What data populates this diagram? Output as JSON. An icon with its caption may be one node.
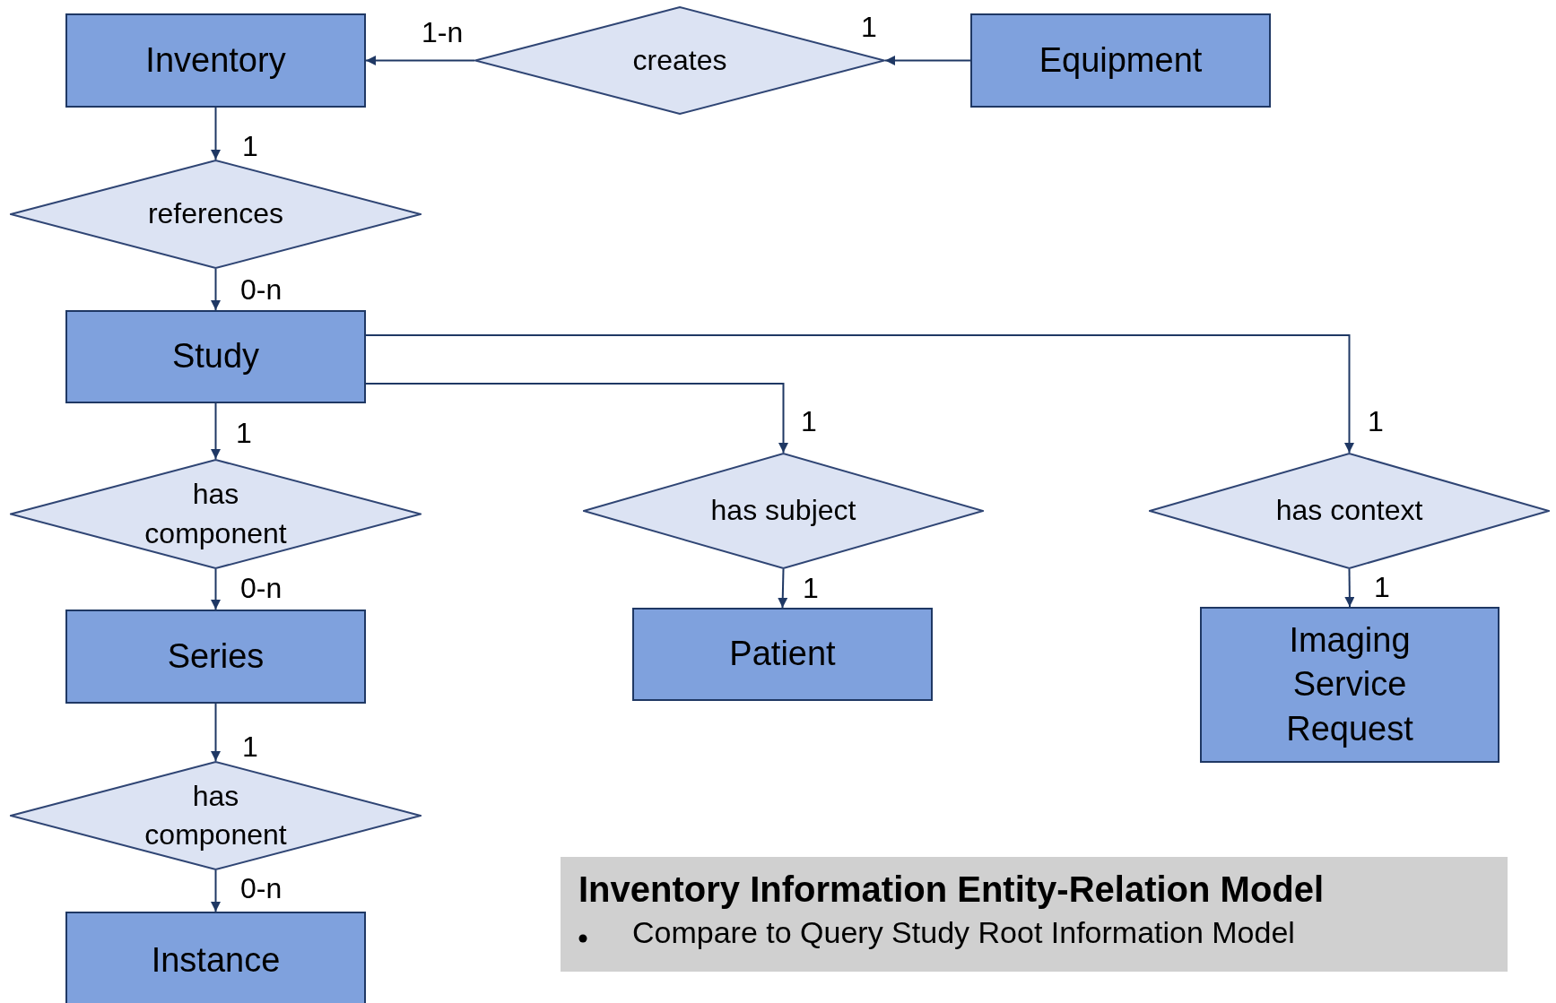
{
  "diagram": {
    "title": "Inventory Information Entity-Relation Model",
    "nodes": [
      {
        "text": [
          "Inventory"
        ]
      },
      {
        "text": [
          "creates"
        ]
      },
      {
        "text": [
          "Equipment"
        ]
      },
      {
        "text": [
          "references"
        ]
      },
      {
        "text": [
          "Study"
        ]
      },
      {
        "text": [
          "has component"
        ]
      },
      {
        "text": [
          "has subject"
        ]
      },
      {
        "text": [
          "has context"
        ]
      },
      {
        "text": [
          "Series"
        ]
      },
      {
        "text": [
          "Patient"
        ]
      },
      {
        "text": [
          "Imaging Service Request"
        ]
      },
      {
        "text": [
          "has component"
        ]
      },
      {
        "text": [
          "Instance"
        ]
      }
    ],
    "edges": [
      {
        "from": 2,
        "to": 1,
        "arrow": "to",
        "label": "1"
      },
      {
        "from": 1,
        "to": 0,
        "arrow": "to",
        "label": "1-n"
      },
      {
        "from": 0,
        "to": 3,
        "arrow": "to",
        "label": "1"
      },
      {
        "from": 3,
        "to": 4,
        "arrow": "to",
        "label": "0-n"
      },
      {
        "from": 4,
        "to": 5,
        "arrow": "to",
        "label": "1"
      },
      {
        "from": 5,
        "to": 8,
        "arrow": "to",
        "label": "0-n"
      },
      {
        "from": 4,
        "to": 6,
        "arrow": "to",
        "label": "1"
      },
      {
        "from": 6,
        "to": 9,
        "arrow": "to",
        "label": "1"
      },
      {
        "from": 4,
        "to": 7,
        "arrow": "to",
        "label": "1"
      },
      {
        "from": 7,
        "to": 10,
        "arrow": "to",
        "label": "1"
      },
      {
        "from": 8,
        "to": 11,
        "arrow": "to",
        "label": "1"
      },
      {
        "from": 11,
        "to": 12,
        "arrow": "to",
        "label": "0-n"
      }
    ],
    "labels": [
      "Compare to Query Study Root Information Model"
    ]
  }
}
